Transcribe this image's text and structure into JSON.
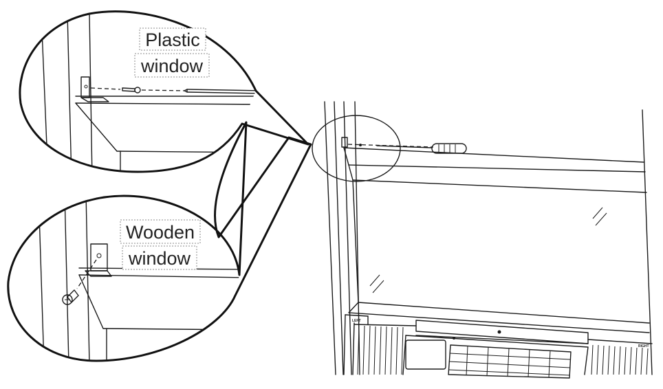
{
  "diagram": {
    "callouts": [
      {
        "id": "plastic",
        "lines": [
          "Plastic",
          "window"
        ]
      },
      {
        "id": "wooden",
        "lines": [
          "Wooden",
          "window"
        ]
      }
    ],
    "unit_labels": {
      "left": "LEFT",
      "right": "RIGHT"
    }
  }
}
